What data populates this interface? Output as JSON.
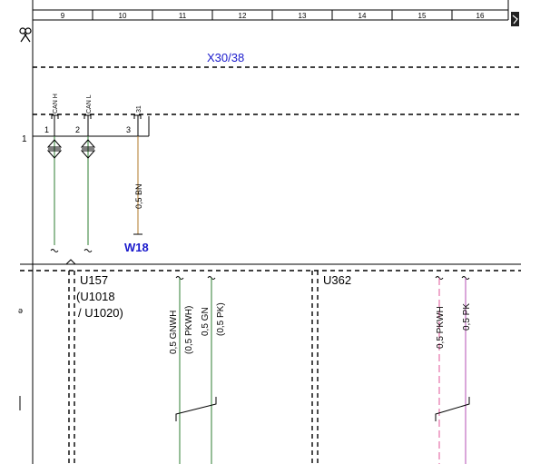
{
  "ruler": {
    "columns": [
      "9",
      "10",
      "11",
      "12",
      "13",
      "14",
      "15",
      "16"
    ]
  },
  "row_marker": "1",
  "connector": {
    "label": "X30/38",
    "pins": [
      {
        "number": "1",
        "signal": "CAN H"
      },
      {
        "number": "2",
        "signal": "CAN L"
      },
      {
        "number": "3",
        "signal": "31"
      }
    ]
  },
  "wire_w18": {
    "spec": "0,5 BN",
    "ground_label": "W18"
  },
  "modules": {
    "u157": {
      "line1": "U157",
      "line2": "(U1018",
      "line3": "/ U1020)"
    },
    "u362": {
      "line1": "U362"
    }
  },
  "u157_wires": [
    {
      "spec": "0,5 GNWH",
      "alt": "(0,5 PKWH)"
    },
    {
      "spec": "0,5 GN",
      "alt": "(0,5 PK)"
    }
  ],
  "u362_wires": [
    {
      "spec": "0,5 PKWH"
    },
    {
      "spec": "0,5 PK"
    }
  ],
  "colors": {
    "wire_green": "#2e7d32",
    "wire_brown": "#b07a2a",
    "wire_pink": "#e0559a",
    "wire_violet": "#b44fb4",
    "label_blue": "#1a1acc"
  },
  "icons": {
    "scissors": "scissors-icon",
    "corner": "page-corner-icon"
  }
}
